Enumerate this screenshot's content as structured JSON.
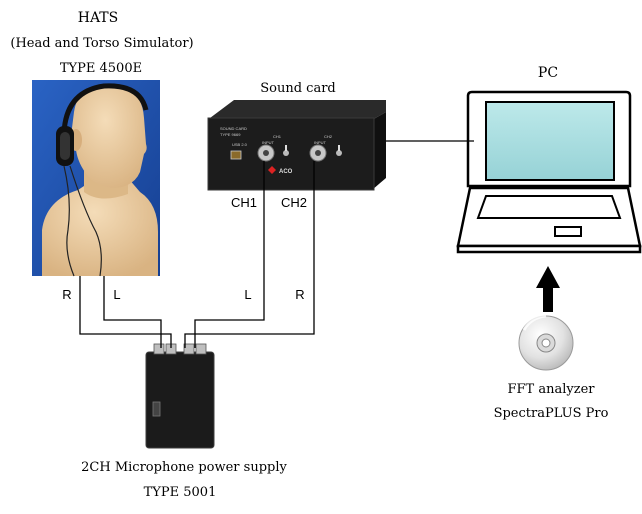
{
  "hats": {
    "title": "HATS",
    "subtitle": "(Head and Torso Simulator)",
    "model": "TYPE 4500E"
  },
  "sound_card": {
    "title": "Sound card",
    "panel_label_1": "SOUND CARD",
    "panel_label_2": "TYPE 9669",
    "usb_label": "USB 2.0",
    "ch1_label": "CH1",
    "ch2_label": "CH2",
    "input_label": "INPUT",
    "brand": "ACO",
    "port_ch1": "CH1",
    "port_ch2": "CH2"
  },
  "pc": {
    "title": "PC"
  },
  "power_supply": {
    "title": "2CH Microphone power supply",
    "model": "TYPE 5001"
  },
  "software": {
    "line1": "FFT analyzer",
    "line2": "SpectraPLUS Pro"
  },
  "wires": {
    "hats_r": "R",
    "hats_l": "L",
    "card_l": "L",
    "card_r": "R"
  },
  "colors": {
    "hats_background": "#1f4fa8",
    "mannequin_skin": "#e8c9a0",
    "device_body": "#1a1a1a",
    "laptop_screen": "#a8dde0",
    "wire": "#000000"
  }
}
